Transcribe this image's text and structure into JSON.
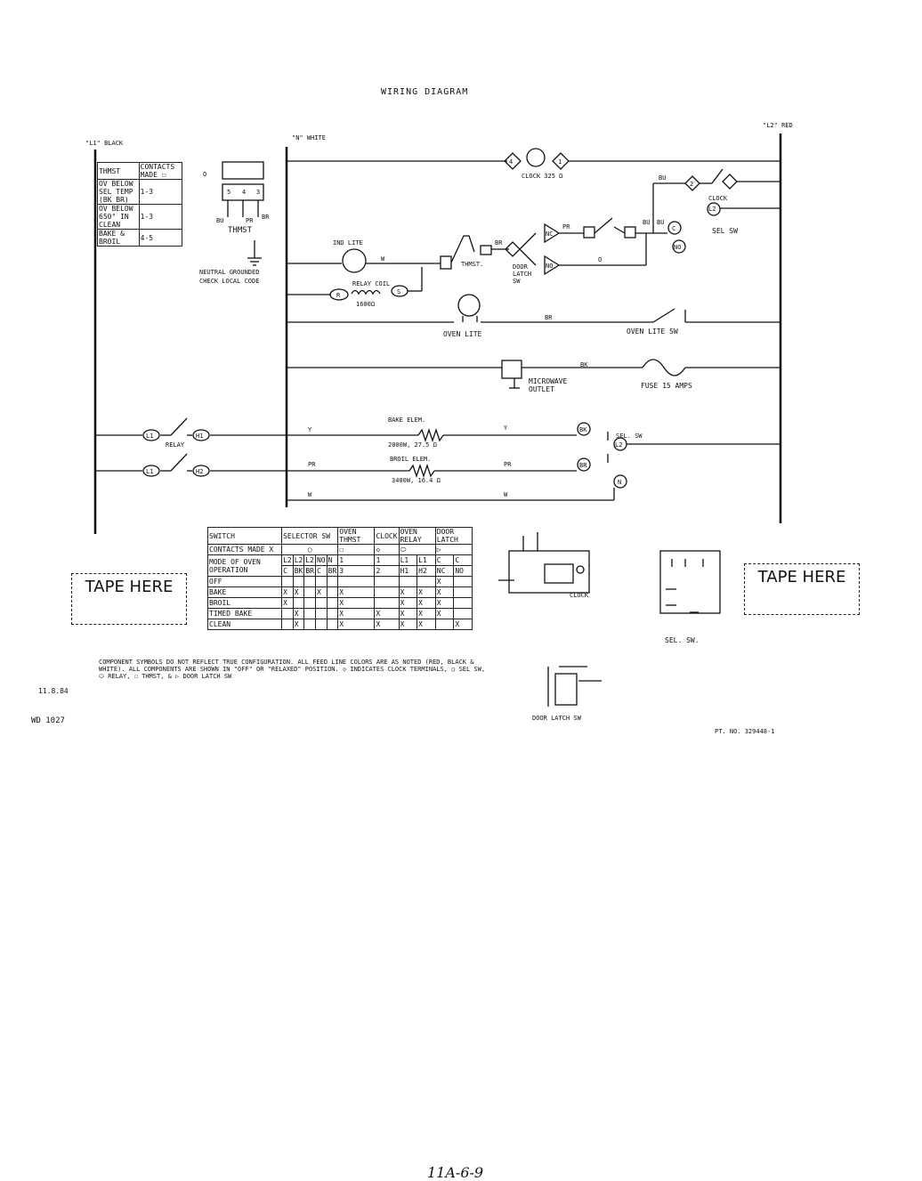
{
  "title": "WIRING DIAGRAM",
  "lines": {
    "l1": "\"L1\" BLACK",
    "n": "\"N\" WHITE",
    "l2": "\"L2\" RED"
  },
  "thermostat_table": {
    "headers": [
      "THMST",
      "CONTACTS MADE ☐"
    ],
    "rows": [
      [
        "OV BELOW SEL TEMP (BK BR)",
        "1-3"
      ],
      [
        "OV BELOW 650° IN CLEAN",
        "1-3"
      ],
      [
        "BAKE & BROIL",
        "4-5"
      ]
    ]
  },
  "components": {
    "clock": "CLOCK 325 Ω",
    "clock_label": "CLOCK",
    "sel_sw": "SEL SW",
    "ind_lite": "IND LITE",
    "relay_coil": "RELAY COIL",
    "relay_coil_ohms": "1600Ω",
    "thmst_label": "THMST",
    "thmst": "THMST.",
    "door_latch": "DOOR LATCH SW",
    "neutral": "NEUTRAL GROUNDED",
    "check_code": "CHECK LOCAL CODE",
    "oven_lite": "OVEN LITE",
    "oven_lite_sw": "OVEN LITE SW",
    "microwave_outlet": "MICROWAVE OUTLET",
    "fuse": "FUSE 15 AMPS",
    "bake_elem": "BAKE ELEM.",
    "bake_elem_rating": "2000W, 27.5 Ω",
    "broil_elem": "BROIL ELEM.",
    "broil_elem_rating": "3400W, 16.4 Ω",
    "relay": "RELAY",
    "sel_sw2": "SEL. SW"
  },
  "wire_labels": {
    "w": "W",
    "br": "BR",
    "bk": "BK",
    "y": "Y",
    "pr": "PR",
    "bu": "BU",
    "o": "O"
  },
  "terminals": {
    "t4": "4",
    "t1": "1",
    "t2": "2",
    "l2": "L2",
    "c": "C",
    "no": "NO",
    "nc": "NC",
    "r": "R",
    "s": "S",
    "h1": "H1",
    "h2": "H2",
    "l1": "L1",
    "bk": "BK",
    "br": "BR",
    "n": "N",
    "t5": "5",
    "t3": "3",
    "o": "O"
  },
  "switch_table": {
    "rows": [
      [
        "SWITCH",
        "SELECTOR SW",
        "OVEN THMST",
        "CLOCK",
        "OVEN RELAY",
        "DOOR LATCH"
      ],
      [
        "CONTACTS MADE X",
        "○",
        "☐",
        "◇",
        "⬭",
        "▷"
      ],
      [
        "",
        "L2",
        "L2",
        "L2",
        "NO",
        "N",
        "1",
        "1",
        "L1",
        "L1",
        "C",
        "C"
      ],
      [
        "MODE OF OVEN OPERATION",
        "C",
        "BK",
        "BR",
        "C",
        "BR",
        "3",
        "2",
        "H1",
        "H2",
        "NC",
        "NO"
      ],
      [
        "OFF",
        "",
        "",
        "",
        "",
        "",
        "",
        "",
        "",
        "",
        "X",
        ""
      ],
      [
        "BAKE",
        "X",
        "X",
        "",
        "X",
        "",
        "X",
        "",
        "X",
        "X",
        "X",
        ""
      ],
      [
        "BROIL",
        "X",
        "",
        "",
        "",
        "",
        "X",
        "",
        "X",
        "X",
        "X",
        ""
      ],
      [
        "TIMED BAKE",
        "",
        "X",
        "",
        "",
        "",
        "X",
        "X",
        "X",
        "X",
        "X",
        ""
      ],
      [
        "CLEAN",
        "",
        "X",
        "",
        "",
        "",
        "X",
        "X",
        "X",
        "X",
        "",
        "X"
      ]
    ]
  },
  "tape": {
    "left": "TAPE HERE",
    "right": "TAPE HERE"
  },
  "notes": "COMPONENT SYMBOLS DO NOT REFLECT TRUE CONFIGURATION. ALL FEED LINE COLORS ARE AS NOTED (RED, BLACK & WHITE). ALL COMPONENTS ARE SHOWN IN \"OFF\" OR \"RELAXED\" POSITION. ◇ INDICATES CLOCK TERMINALS, ○ SEL SW, ⬭ RELAY, ☐ THMST, & ▷ DOOR LATCH SW",
  "date": "11.8.84",
  "doc_id": "WD 1027",
  "part_no": "PT. NO. 329448-1",
  "insets": {
    "clock": "CLOCK",
    "sel_sw": "SEL. SW.",
    "door_latch": "DOOR LATCH SW"
  },
  "footer_handwriting": "11A-6-9"
}
